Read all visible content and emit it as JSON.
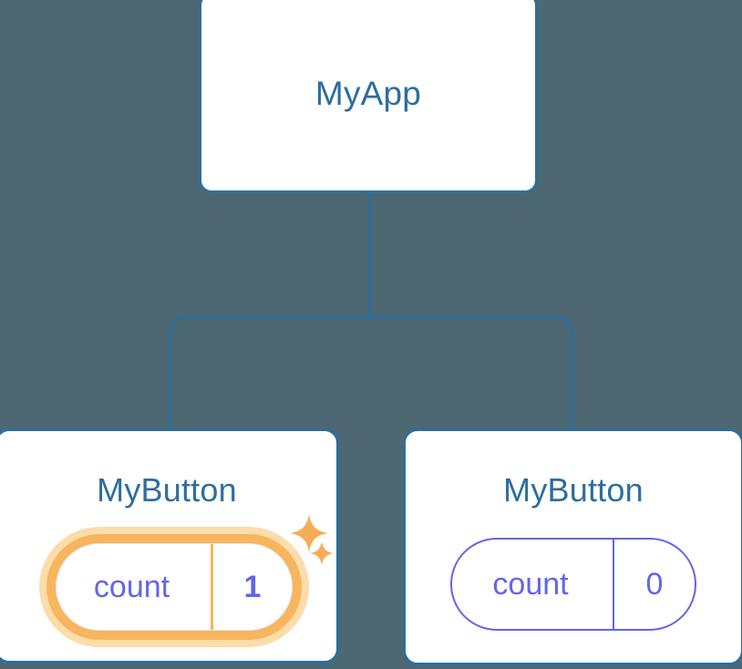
{
  "diagram": {
    "type": "component-tree",
    "background_color": "#4d6872",
    "edge_color": "#2d6e9e",
    "nodes": [
      {
        "id": "root",
        "title": "MyApp",
        "title_color": "#2d6e9e",
        "highlighted": false
      },
      {
        "id": "child-left",
        "title": "MyButton",
        "title_color": "#2d6e9e",
        "highlighted": true,
        "state": {
          "key": "count",
          "value": "1",
          "key_color": "#6366e8",
          "value_color": "#6366e8",
          "highlight_color": "#f7b55e",
          "glow_color": "#fbdcab"
        },
        "sparkles": [
          "sparkle-large-icon",
          "sparkle-small-icon"
        ]
      },
      {
        "id": "child-right",
        "title": "MyButton",
        "title_color": "#2d6e9e",
        "highlighted": false,
        "state": {
          "key": "count",
          "value": "0",
          "key_color": "#6366e8",
          "value_color": "#6366e8",
          "border_color": "#6366e8"
        }
      }
    ],
    "edges": [
      {
        "from": "root",
        "to": "child-left"
      },
      {
        "from": "root",
        "to": "child-right"
      }
    ]
  }
}
